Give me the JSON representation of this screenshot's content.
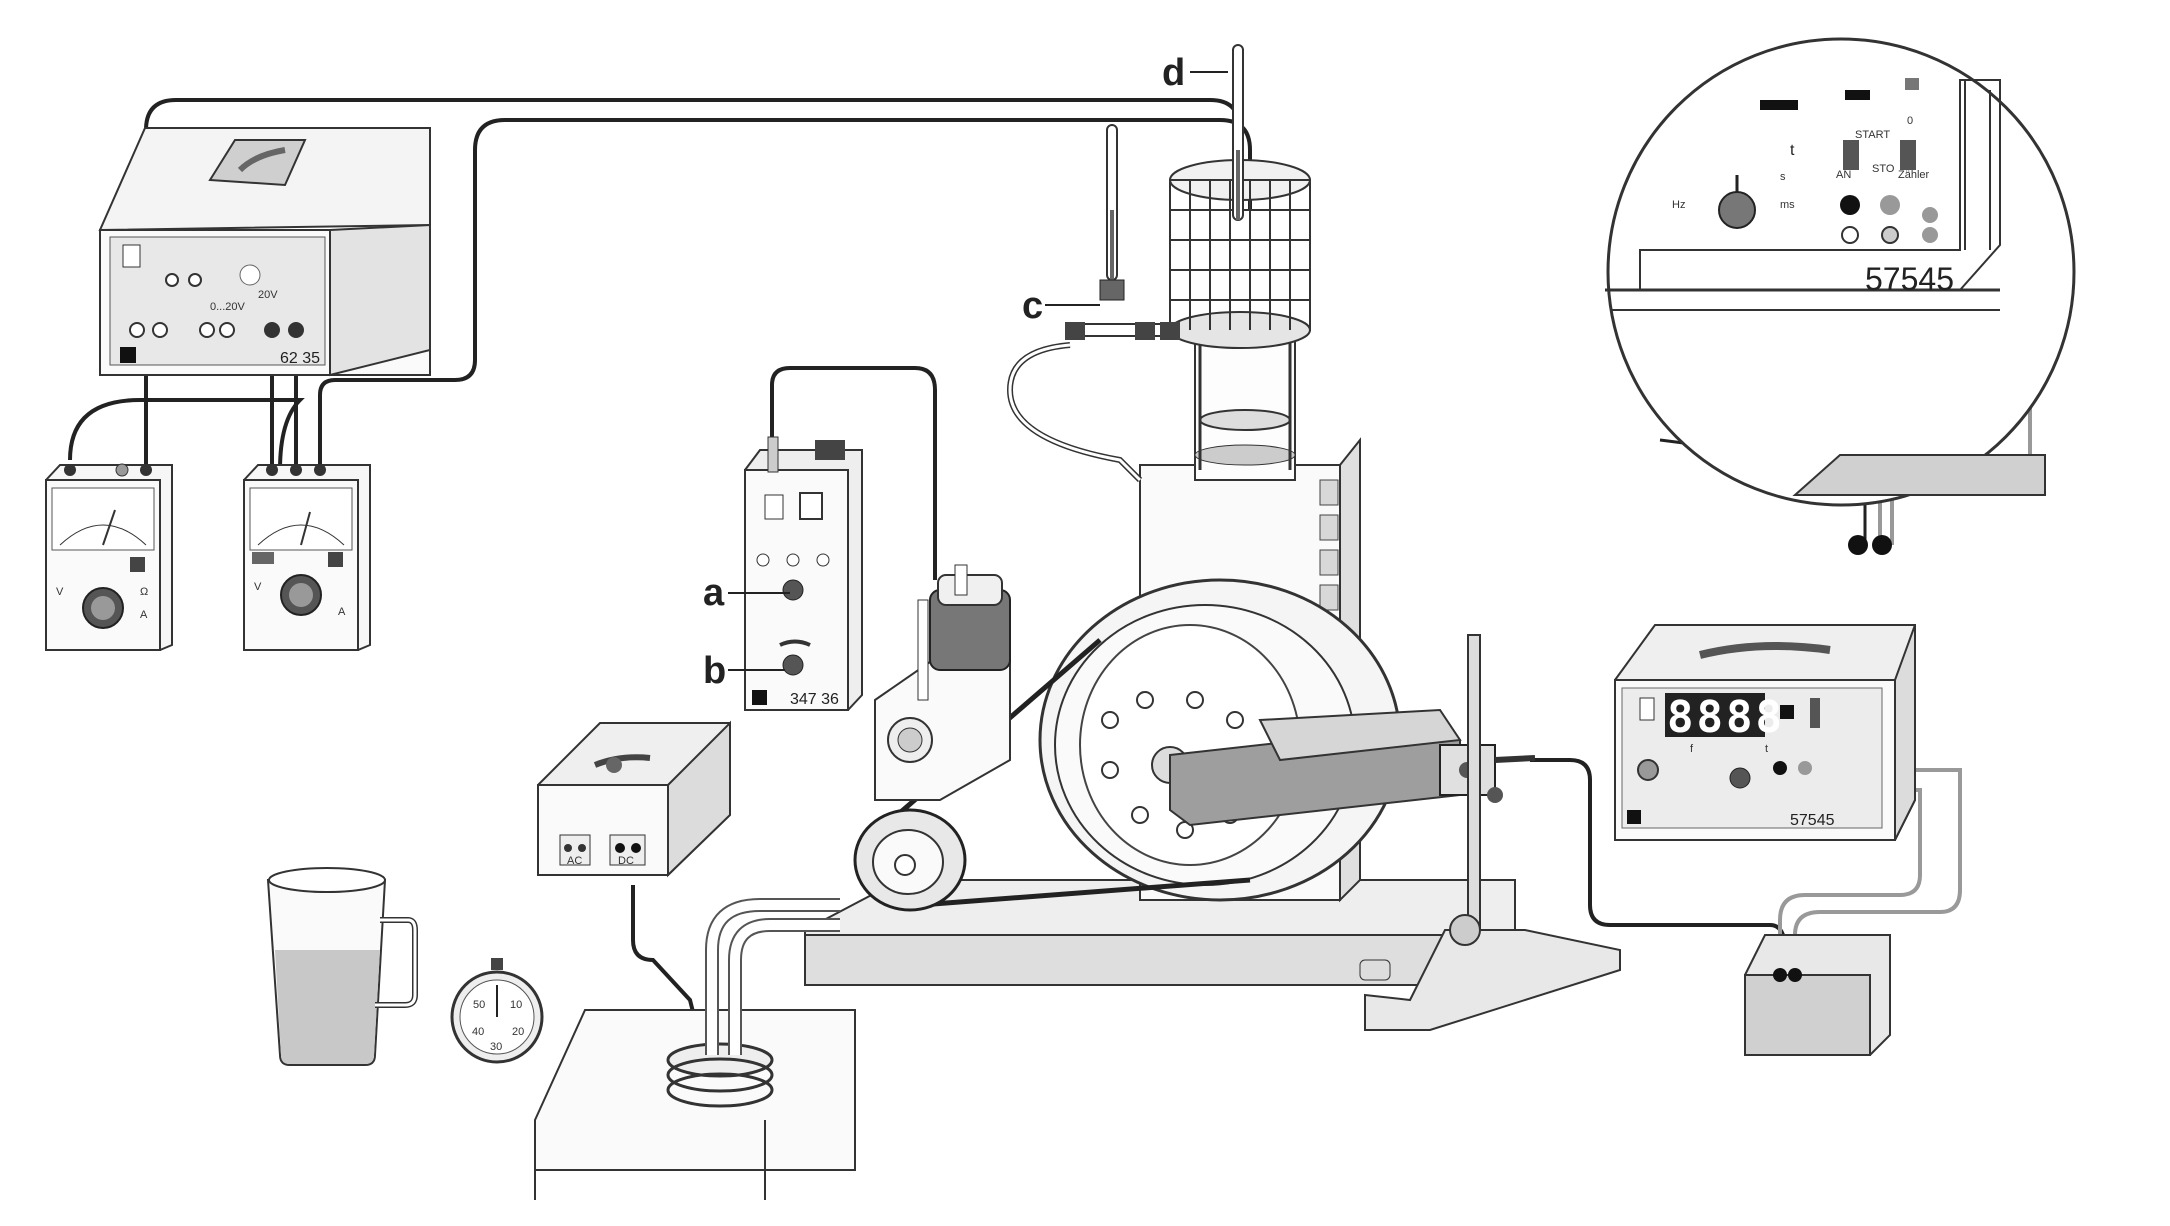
{
  "labels": {
    "a": "a",
    "b": "b",
    "c": "c",
    "d": "d"
  },
  "power_supply": {
    "number_tail": "62 35",
    "range_text": "0...20V",
    "voltage": "20V"
  },
  "control_unit": {
    "number": "347 36"
  },
  "small_box": {
    "ac_label": "AC",
    "dc_label": "DC"
  },
  "counter": {
    "display": "8888",
    "number": "57545",
    "mode_labels": [
      "f",
      "t"
    ]
  },
  "inset": {
    "number": "57545",
    "labels": {
      "start": "START",
      "stop": "STO",
      "anlage": "AN",
      "zahler": "Zähler",
      "s": "s",
      "ms": "ms",
      "hz": "Hz",
      "t": "t",
      "zero": "0"
    }
  },
  "stopwatch": {
    "marks": [
      "50",
      "10",
      "40",
      "20",
      "30"
    ]
  },
  "multimeter_left": {
    "v_label": "V",
    "a_label": "A",
    "ohm_label": "Ω"
  },
  "multimeter_right": {
    "v_label": "V",
    "a_label": "A"
  },
  "icons": [
    "thermometer-icon",
    "beaker-icon",
    "stopwatch-icon",
    "wheel-icon",
    "cable-icon"
  ]
}
